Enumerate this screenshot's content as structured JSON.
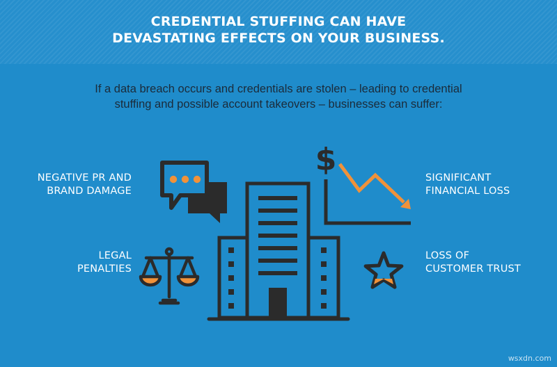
{
  "header": {
    "title_line1": "CREDENTIAL STUFFING CAN HAVE",
    "title_line2": "DEVASTATING EFFECTS ON YOUR BUSINESS."
  },
  "intro": {
    "line1": "If a data breach occurs and credentials are stolen – leading to credential",
    "line2": "stuffing and possible account takeovers – businesses can suffer:"
  },
  "effects": {
    "negative_pr": {
      "line1": "NEGATIVE PR AND",
      "line2": "BRAND DAMAGE",
      "icon": "speech-bubbles-icon"
    },
    "legal": {
      "line1": "LEGAL",
      "line2": "PENALTIES",
      "icon": "scales-icon"
    },
    "financial": {
      "line1": "SIGNIFICANT",
      "line2": "FINANCIAL LOSS",
      "icon": "dollar-decline-chart-icon"
    },
    "trust": {
      "line1": "LOSS OF",
      "line2": "CUSTOMER TRUST",
      "icon": "star-icon"
    }
  },
  "watermark": "wsxdn.com",
  "colors": {
    "background": "#1f8ccb",
    "header_band": "#268fcd",
    "title_text": "#ffffff",
    "intro_text": "#1b2b3a",
    "icon_dark": "#2b2b2b",
    "accent_orange": "#f0923a"
  }
}
